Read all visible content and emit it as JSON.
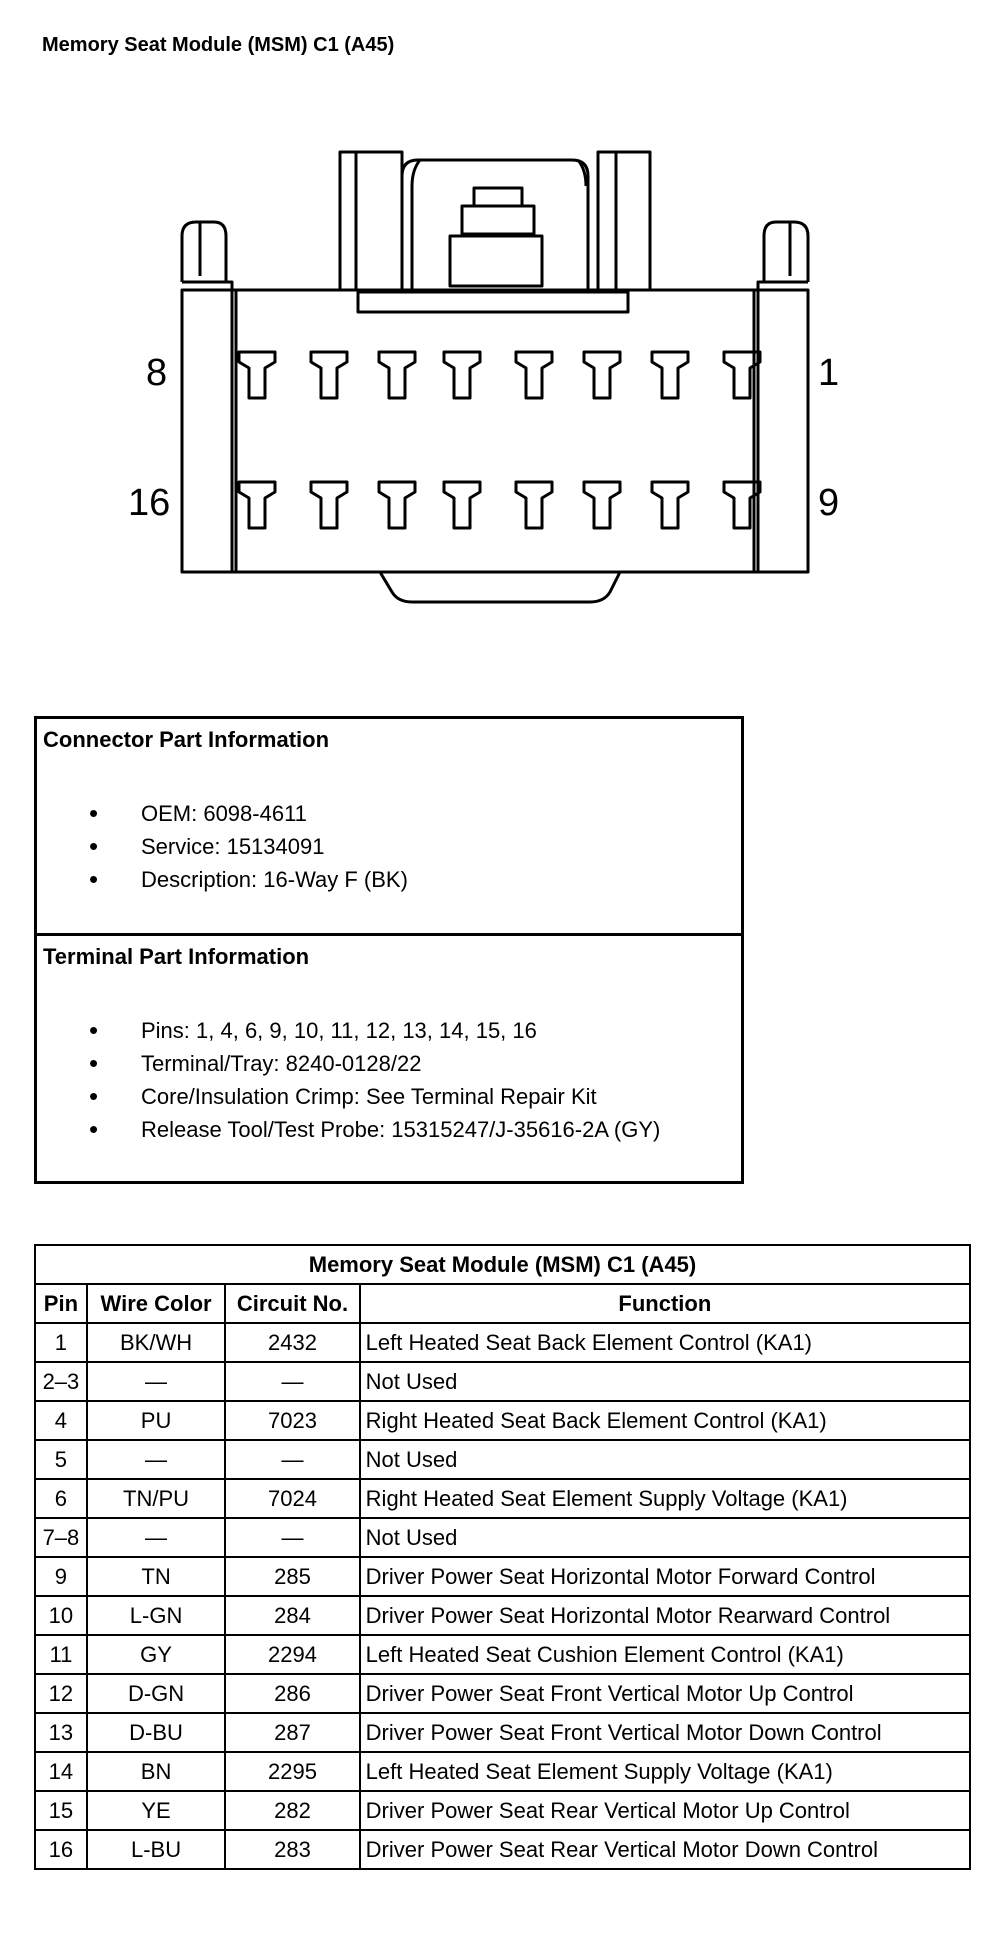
{
  "title": "Memory Seat Module (MSM) C1 (A45)",
  "connector": {
    "label_top_left": "8",
    "label_top_right": "1",
    "label_bottom_left": "16",
    "label_bottom_right": "9"
  },
  "connector_info": {
    "heading": "Connector Part Information",
    "items": [
      "OEM: 6098-4611",
      "Service: 15134091",
      "Description: 16-Way F (BK)"
    ]
  },
  "terminal_info": {
    "heading": "Terminal Part Information",
    "items": [
      "Pins: 1, 4, 6, 9, 10, 11, 12, 13, 14, 15, 16",
      "Terminal/Tray: 8240-0128/22",
      "Core/Insulation Crimp: See Terminal Repair Kit",
      "Release Tool/Test Probe: 15315247/J-35616-2A (GY)"
    ]
  },
  "table": {
    "caption": "Memory Seat Module (MSM) C1 (A45)",
    "headers": [
      "Pin",
      "Wire Color",
      "Circuit No.",
      "Function"
    ],
    "rows": [
      [
        "1",
        "BK/WH",
        "2432",
        "Left Heated Seat Back Element Control (KA1)"
      ],
      [
        "2–3",
        "—",
        "—",
        "Not Used"
      ],
      [
        "4",
        "PU",
        "7023",
        "Right Heated Seat Back Element Control (KA1)"
      ],
      [
        "5",
        "—",
        "—",
        "Not Used"
      ],
      [
        "6",
        "TN/PU",
        "7024",
        "Right Heated Seat Element Supply Voltage (KA1)"
      ],
      [
        "7–8",
        "—",
        "—",
        "Not Used"
      ],
      [
        "9",
        "TN",
        "285",
        "Driver Power Seat Horizontal Motor Forward Control"
      ],
      [
        "10",
        "L-GN",
        "284",
        "Driver Power Seat Horizontal Motor Rearward Control"
      ],
      [
        "11",
        "GY",
        "2294",
        "Left Heated Seat Cushion Element Control (KA1)"
      ],
      [
        "12",
        "D-GN",
        "286",
        "Driver Power Seat Front Vertical Motor Up Control"
      ],
      [
        "13",
        "D-BU",
        "287",
        "Driver Power Seat Front Vertical Motor Down Control"
      ],
      [
        "14",
        "BN",
        "2295",
        "Left Heated Seat Element Supply Voltage (KA1)"
      ],
      [
        "15",
        "YE",
        "282",
        "Driver Power Seat Rear Vertical Motor Up Control"
      ],
      [
        "16",
        "L-BU",
        "283",
        "Driver Power Seat Rear Vertical Motor Down Control"
      ]
    ]
  }
}
